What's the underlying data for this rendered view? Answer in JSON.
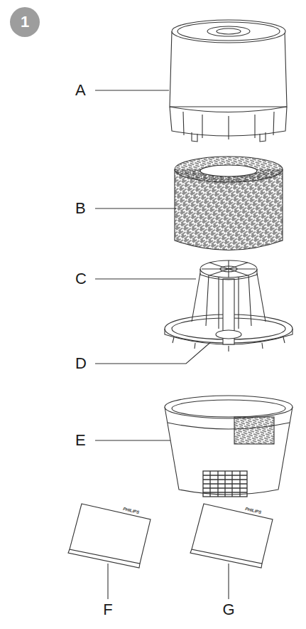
{
  "diagram": {
    "nodes": [
      {
        "text": [
          "1"
        ]
      }
    ],
    "labels": [
      "A",
      "B",
      "C",
      "D",
      "E",
      "F",
      "G",
      "PHILIPS",
      "PHILIPS"
    ]
  }
}
